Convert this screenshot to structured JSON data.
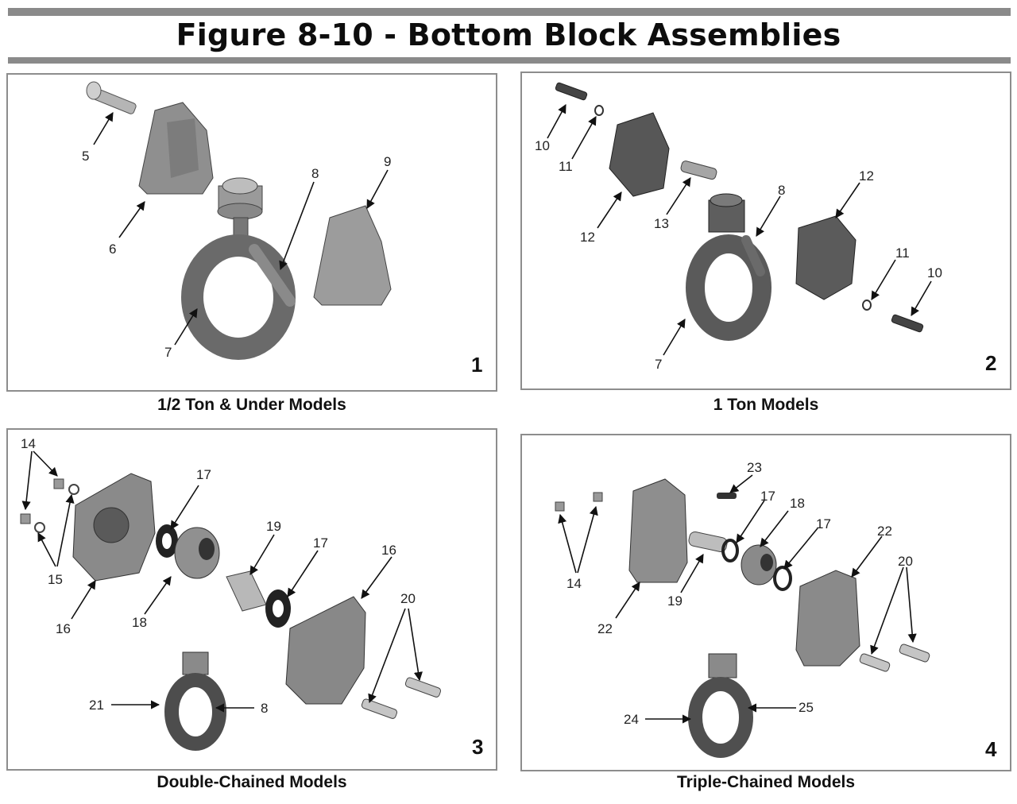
{
  "title": "Figure 8-10 - Bottom Block Assemblies",
  "panels": [
    {
      "number": "1",
      "caption": "1/2 Ton & Under Models",
      "callouts": [
        "5",
        "6",
        "8",
        "9",
        "7"
      ]
    },
    {
      "number": "2",
      "caption": "1 Ton Models",
      "callouts": [
        "10",
        "11",
        "12",
        "13",
        "8",
        "12",
        "11",
        "10",
        "7"
      ]
    },
    {
      "number": "3",
      "caption": "Double-Chained Models",
      "callouts": [
        "14",
        "17",
        "15",
        "19",
        "17",
        "16",
        "16",
        "18",
        "20",
        "21",
        "8"
      ]
    },
    {
      "number": "4",
      "caption": "Triple-Chained Models",
      "callouts": [
        "23",
        "17",
        "18",
        "17",
        "22",
        "14",
        "20",
        "19",
        "22",
        "24",
        "25"
      ]
    }
  ],
  "colors": {
    "rule": "#8a8a8a",
    "border": "#8d8d8d",
    "part_fill": "#9a9a9a",
    "part_dark": "#4a4a4a"
  }
}
